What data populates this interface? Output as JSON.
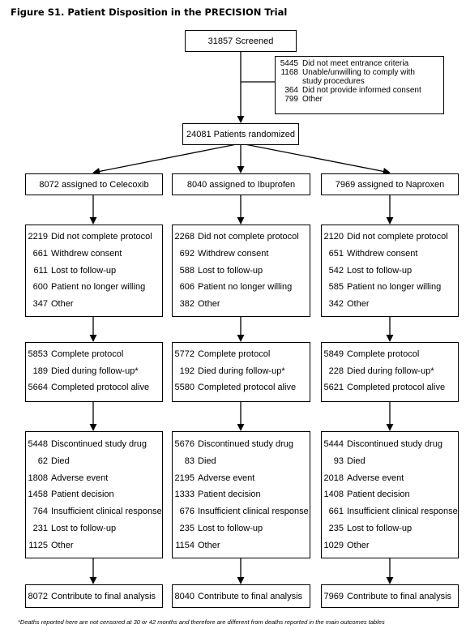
{
  "title": "Figure S1. Patient Disposition in the PRECISION Trial",
  "screened": "31857 Screened",
  "exclusions": [
    {
      "n": "5445",
      "text": "Did not meet entrance criteria"
    },
    {
      "n": "1168",
      "text": "Unable/unwilling to comply with study procedures"
    },
    {
      "n": "364",
      "text": "Did not provide informed consent"
    },
    {
      "n": "799",
      "text": "Other"
    }
  ],
  "randomized": "24081 Patients randomized",
  "arms": [
    {
      "assigned": "8072 assigned to Celecoxib",
      "incomplete": [
        {
          "n": "2219",
          "text": "Did not complete protocol"
        },
        {
          "n": "661",
          "text": "Withdrew consent"
        },
        {
          "n": "611",
          "text": "Lost to follow-up"
        },
        {
          "n": "600",
          "text": "Patient no longer willing"
        },
        {
          "n": "347",
          "text": "Other"
        }
      ],
      "complete": [
        {
          "n": "5853",
          "text": "Complete protocol"
        },
        {
          "n": "189",
          "text": "Died during follow-up*"
        },
        {
          "n": "5664",
          "text": "Completed protocol alive"
        }
      ],
      "discontinued": [
        {
          "n": "5448",
          "text": "Discontinued study drug"
        },
        {
          "n": "62",
          "text": "Died"
        },
        {
          "n": "1808",
          "text": "Adverse event"
        },
        {
          "n": "1458",
          "text": "Patient decision"
        },
        {
          "n": "764",
          "text": "Insufficient clinical response"
        },
        {
          "n": "231",
          "text": "Lost to follow-up"
        },
        {
          "n": "1125",
          "text": "Other"
        }
      ],
      "final": {
        "n": "8072",
        "text": "Contribute to final analysis"
      }
    },
    {
      "assigned": "8040 assigned to Ibuprofen",
      "incomplete": [
        {
          "n": "2268",
          "text": "Did not complete protocol"
        },
        {
          "n": "692",
          "text": "Withdrew consent"
        },
        {
          "n": "588",
          "text": "Lost to follow-up"
        },
        {
          "n": "606",
          "text": "Patient no longer willing"
        },
        {
          "n": "382",
          "text": "Other"
        }
      ],
      "complete": [
        {
          "n": "5772",
          "text": "Complete protocol"
        },
        {
          "n": "192",
          "text": "Died during follow-up*"
        },
        {
          "n": "5580",
          "text": "Completed protocol alive"
        }
      ],
      "discontinued": [
        {
          "n": "5676",
          "text": "Discontinued study drug"
        },
        {
          "n": "83",
          "text": "Died"
        },
        {
          "n": "2195",
          "text": "Adverse event"
        },
        {
          "n": "1333",
          "text": "Patient decision"
        },
        {
          "n": "676",
          "text": "Insufficient clinical response"
        },
        {
          "n": "235",
          "text": "Lost to follow-up"
        },
        {
          "n": "1154",
          "text": "Other"
        }
      ],
      "final": {
        "n": "8040",
        "text": "Contribute to final analysis"
      }
    },
    {
      "assigned": "7969 assigned to Naproxen",
      "incomplete": [
        {
          "n": "2120",
          "text": "Did not complete protocol"
        },
        {
          "n": "651",
          "text": "Withdrew consent"
        },
        {
          "n": "542",
          "text": "Lost to follow-up"
        },
        {
          "n": "585",
          "text": "Patient no longer willing"
        },
        {
          "n": "342",
          "text": "Other"
        }
      ],
      "complete": [
        {
          "n": "5849",
          "text": "Complete protocol"
        },
        {
          "n": "228",
          "text": "Died during follow-up*"
        },
        {
          "n": "5621",
          "text": "Completed protocol alive"
        }
      ],
      "discontinued": [
        {
          "n": "5444",
          "text": "Discontinued study drug"
        },
        {
          "n": "93",
          "text": "Died"
        },
        {
          "n": "2018",
          "text": "Adverse event"
        },
        {
          "n": "1408",
          "text": "Patient decision"
        },
        {
          "n": "661",
          "text": "Insufficient clinical response"
        },
        {
          "n": "235",
          "text": "Lost to follow-up"
        },
        {
          "n": "1029",
          "text": "Other"
        }
      ],
      "final": {
        "n": "7969",
        "text": "Contribute to final analysis"
      }
    }
  ],
  "footnote": "*Deaths reported here are not censored at 30 or 42 months and therefore are different from deaths reported in the main outcomes tables"
}
